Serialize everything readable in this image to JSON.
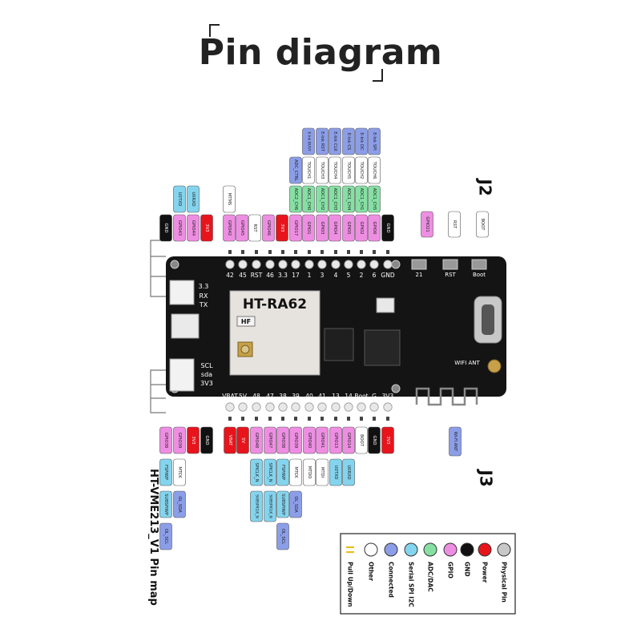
{
  "title": "Pin diagram",
  "j2_label": "J2",
  "j3_label": "J3",
  "board_title": "HT-VME213_V1 Pin map",
  "module_label": "HT-RA62",
  "module_sub": "HF",
  "wifi_ant_label": "WIFI ANT",
  "left_connector_labels": [
    "3.3",
    "RX",
    "TX",
    "SCL",
    "sda",
    "3V3"
  ],
  "top_header_pins": [
    "42",
    "45",
    "RST",
    "46",
    "3.3",
    "17",
    "1",
    "3",
    "4",
    "5",
    "2",
    "6",
    "GND"
  ],
  "bottom_header_pins": [
    "VBAT",
    "5V",
    "48",
    "47",
    "38",
    "39",
    "40",
    "41",
    "13",
    "14",
    "Boot",
    "G",
    "3V3"
  ],
  "button_labels": [
    "21",
    "RST",
    "Boot"
  ],
  "colors": {
    "physical": "#c8c8c8",
    "power": "#e8141c",
    "gnd": "#111111",
    "gpio": "#ee8ee2",
    "adc": "#86e0a4",
    "serial": "#84d4ee",
    "connected": "#8c9ee8",
    "other": "#ffffff"
  },
  "top_columns": [
    {
      "labels": [
        "GND"
      ],
      "types": [
        "gnd"
      ]
    },
    {
      "labels": [
        "GPIO43",
        "U0TXD"
      ],
      "types": [
        "gpio",
        "serial"
      ]
    },
    {
      "labels": [
        "GPIO44",
        "U0RXD"
      ],
      "types": [
        "gpio",
        "serial"
      ]
    },
    {
      "labels": [
        "3V3"
      ],
      "types": [
        "power"
      ]
    },
    {
      "labels": [
        "GPIO42",
        "MTMS"
      ],
      "types": [
        "gpio",
        "other"
      ]
    },
    {
      "labels": [
        "GPIO45"
      ],
      "types": [
        "gpio"
      ]
    },
    {
      "labels": [
        "RST"
      ],
      "types": [
        "other"
      ]
    },
    {
      "labels": [
        "GPIO46"
      ],
      "types": [
        "gpio"
      ]
    },
    {
      "labels": [
        "3V3"
      ],
      "types": [
        "power"
      ]
    },
    {
      "labels": [
        "GPIO17",
        "ADC2_CH6",
        "ADC_CTRL"
      ],
      "types": [
        "gpio",
        "adc",
        "connected"
      ]
    },
    {
      "labels": [
        "GPIO1",
        "ADC1_CH0",
        "TOUCH1",
        "E-Ink BUSY"
      ],
      "types": [
        "gpio",
        "adc",
        "other",
        "connected"
      ]
    },
    {
      "labels": [
        "GPIO3",
        "ADC1_CH2",
        "TOUCH3",
        "E-Ink RST"
      ],
      "types": [
        "gpio",
        "adc",
        "other",
        "connected"
      ]
    },
    {
      "labels": [
        "GPIO4",
        "ADC1_CH3",
        "TOUCH4",
        "E-Ink CLK"
      ],
      "types": [
        "gpio",
        "adc",
        "other",
        "connected"
      ]
    },
    {
      "labels": [
        "GPIO5",
        "ADC1_CH4",
        "TOUCH5",
        "E-Ink CS"
      ],
      "types": [
        "gpio",
        "adc",
        "other",
        "connected"
      ]
    },
    {
      "labels": [
        "GPIO2",
        "ADC1_CH1",
        "TOUCH2",
        "E-Ink DC"
      ],
      "types": [
        "gpio",
        "adc",
        "other",
        "connected"
      ]
    },
    {
      "labels": [
        "GPIO6",
        "ADC1_CH5",
        "TOUCH6",
        "E-Ink SPI"
      ],
      "types": [
        "gpio",
        "adc",
        "other",
        "connected"
      ]
    },
    {
      "labels": [
        "GND"
      ],
      "types": [
        "gnd"
      ]
    }
  ],
  "right_top_pins": [
    {
      "label": "GPIO21",
      "type": "gpio"
    },
    {
      "label": "RST",
      "type": "other"
    },
    {
      "label": "BOOT",
      "type": "other"
    }
  ],
  "bottom_columns": [
    {
      "labels": [
        "GPIO38",
        "FSPIWP",
        "SUBSPIWP",
        "OL_SCL"
      ],
      "types": [
        "gpio",
        "serial",
        "serial",
        "connected"
      ]
    },
    {
      "labels": [
        "GPIO39",
        "MTCK",
        "OL_SDA"
      ],
      "types": [
        "gpio",
        "other",
        "connected"
      ]
    },
    {
      "labels": [
        "3V3"
      ],
      "types": [
        "power"
      ]
    },
    {
      "labels": [
        "GND"
      ],
      "types": [
        "gnd"
      ]
    },
    {
      "labels": [
        "VBAT"
      ],
      "types": [
        "power"
      ]
    },
    {
      "labels": [
        "5V"
      ],
      "types": [
        "power"
      ]
    },
    {
      "labels": [
        "GPIO48",
        "SPICLK_N",
        "SUBSPICLK_N"
      ],
      "types": [
        "gpio",
        "serial",
        "serial"
      ]
    },
    {
      "labels": [
        "GPIO47",
        "SPICLK_N",
        "SUBSPICLK_N"
      ],
      "types": [
        "gpio",
        "serial",
        "serial"
      ]
    },
    {
      "labels": [
        "GPIO38",
        "FSPIWP",
        "SUBSPIWP",
        "OL_SCL"
      ],
      "types": [
        "gpio",
        "serial",
        "serial",
        "connected"
      ]
    },
    {
      "labels": [
        "GPIO39",
        "MTCK",
        "OL_SDA"
      ],
      "types": [
        "gpio",
        "other",
        "connected"
      ]
    },
    {
      "labels": [
        "GPIO40",
        "MTDO"
      ],
      "types": [
        "gpio",
        "other"
      ]
    },
    {
      "labels": [
        "GPIO41",
        "MTDI"
      ],
      "types": [
        "gpio",
        "other"
      ]
    },
    {
      "labels": [
        "GPIO13",
        "U0TXD"
      ],
      "types": [
        "gpio",
        "serial"
      ]
    },
    {
      "labels": [
        "GPIO14",
        "U0RXD"
      ],
      "types": [
        "gpio",
        "serial"
      ]
    },
    {
      "labels": [
        "BOOT"
      ],
      "types": [
        "other"
      ]
    },
    {
      "labels": [
        "GND"
      ],
      "types": [
        "gnd"
      ]
    },
    {
      "labels": [
        "3V3"
      ],
      "types": [
        "power"
      ]
    }
  ],
  "wifi_pin": {
    "label": "Wi-Fi ANT",
    "type": "connected"
  },
  "legend": [
    {
      "label": "Pull Up/Down",
      "type": "pullup"
    },
    {
      "label": "Other",
      "type": "other"
    },
    {
      "label": "Connected",
      "type": "connected"
    },
    {
      "label": "Serial SPI I2C",
      "type": "serial"
    },
    {
      "label": "ADC/DAC",
      "type": "adc"
    },
    {
      "label": "GPIO",
      "type": "gpio"
    },
    {
      "label": "GND",
      "type": "gnd"
    },
    {
      "label": "Power",
      "type": "power"
    },
    {
      "label": "Physical Pin",
      "type": "physical"
    }
  ]
}
